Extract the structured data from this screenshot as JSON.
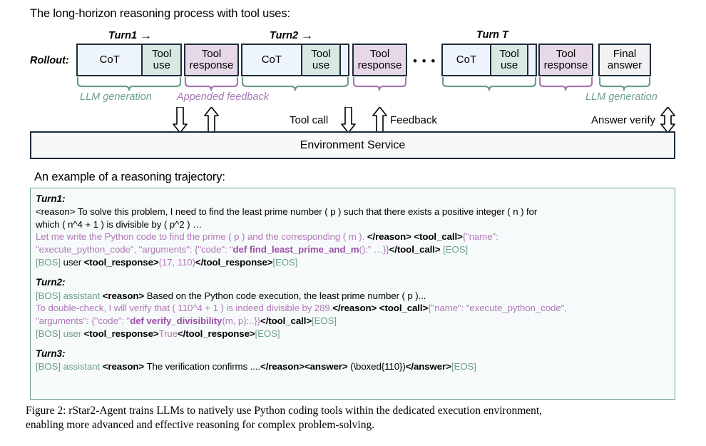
{
  "headings": {
    "top": "The long-horizon reasoning process with tool uses:",
    "example": "An example of a reasoning trajectory:"
  },
  "diagram": {
    "rollout_label": "Rollout:",
    "turn_labels": [
      {
        "text": "Turn1",
        "arrow": "→"
      },
      {
        "text": "Turn2",
        "arrow": "→"
      },
      {
        "text": "Turn T",
        "arrow": ""
      }
    ],
    "ellipsis": "• • •",
    "boxes": {
      "cot": "CoT",
      "tool_use_l1": "Tool",
      "tool_use_l2": "use",
      "tool_response_l1": "Tool",
      "tool_response_l2": "response",
      "final_answer_l1": "Final",
      "final_answer_l2": "answer"
    },
    "brace_captions": [
      {
        "text": "LLM generation",
        "color": "#6d9e90"
      },
      {
        "text": "Appended feedback",
        "color": "#a87ab3"
      },
      {
        "text": "LLM generation",
        "color": "#6d9e90"
      }
    ],
    "arrow_labels": [
      "Tool call",
      "Feedback",
      "Answer verify"
    ],
    "environment_service": "Environment Service",
    "colors": {
      "cot_fill": "#eef4fb",
      "tool_use_fill": "#d8e9e1",
      "tool_response_fill": "#e7d8e7",
      "final_answer_fill": "#f1f1f1",
      "box_border": "#1d2b3a",
      "green_accent": "#6d9e90",
      "purple_accent": "#a87ab3"
    }
  },
  "trajectory": {
    "turn1": {
      "header": "Turn1:",
      "line1": {
        "a": "<reason> To solve this problem, I need to find the least prime number ( p ) such that there exists a positive integer ( n ) for"
      },
      "line2": {
        "a": "which ( n^4 + 1 ) is divisible by ( p^2 ) …"
      },
      "line3": {
        "purple": "Let me write the Python code to find the prime ( p ) and the corresponding ( m ). ",
        "bold1": "</reason> <tool_call>",
        "purple2": "{\"name\":"
      },
      "line4": {
        "purple": "\"execute_python_code\", \"arguments\": {\"code\": “",
        "boldpurple": "def find_least_prime_and_m",
        "purple2": "():” …}}",
        "bold": "</tool_call>",
        "green": " [EOS]"
      },
      "line5": {
        "green1": "[BOS]",
        "plain1": " user ",
        "bold1": "<tool_response>",
        "purple1": "(17, 110)",
        "bold2": "</tool_response>",
        "green2": "[EOS]"
      }
    },
    "turn2": {
      "header": "Turn2:",
      "line1": {
        "green1": "[BOS]",
        "plain1": " assistant ",
        "bold1": "<reason>",
        "plain2": " Based on the Python code execution, the least prime number ( p )..."
      },
      "line2": {
        "purple": "To double-check, I will verify that ( 110^4 + 1 ) is indeed divisible by 289.",
        "bold": "</reason> <tool_call>",
        "purple2": "{\"name\": \"execute_python_code\","
      },
      "line3": {
        "purple": "\"arguments\": {\"code\": \"",
        "boldpurple": "def verify_divisibility",
        "purple2": "(m, p):..}}",
        "bold": "</tool_call>",
        "green": "[EOS]"
      },
      "line4": {
        "green1": "[BOS]",
        "plain1": " user ",
        "bold1": "<tool_response>",
        "purple1": "True",
        "bold2": "</tool_response>",
        "green2": "[EOS]"
      }
    },
    "turn3": {
      "header": "Turn3:",
      "line1": {
        "green1": "[BOS]",
        "plain1": " assistant ",
        "bold1": "<reason>",
        "plain2": " The verification confirms ....",
        "bold2": "</reason><answer>",
        "plain3": " (\\boxed{110})",
        "bold3": "</answer>",
        "green2": "[EOS]"
      }
    }
  },
  "figure_caption": {
    "line1": "Figure 2: rStar2-Agent trains LLMs to natively use Python coding tools within the dedicated execution environment,",
    "line2": "enabling more advanced and effective reasoning for complex problem-solving."
  }
}
